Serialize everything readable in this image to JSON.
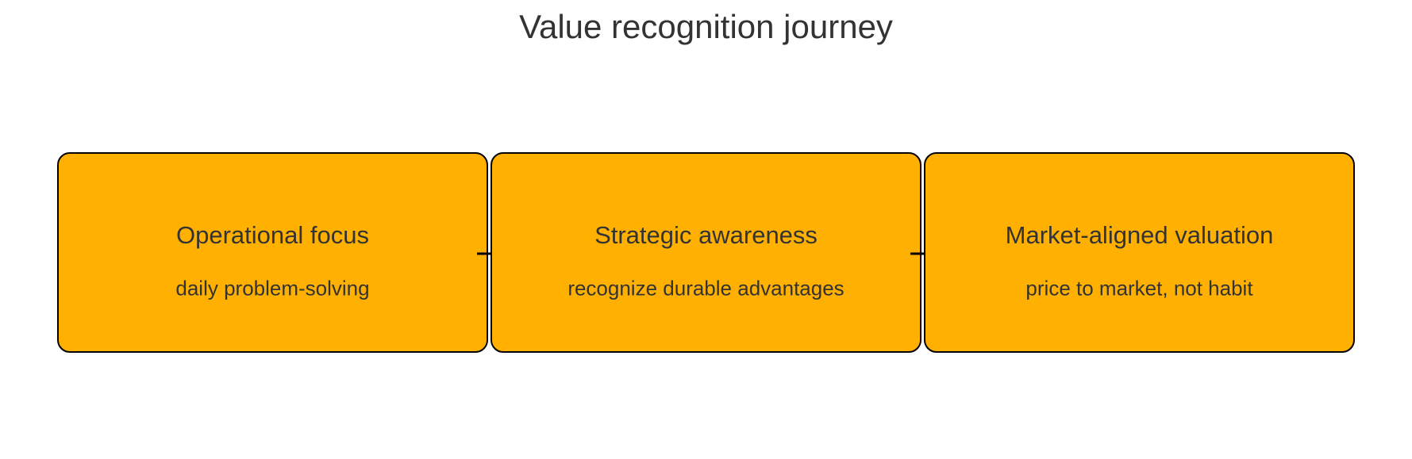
{
  "diagram": {
    "title": "Value recognition journey",
    "stages": [
      {
        "label": "Operational focus",
        "description": "daily problem-solving"
      },
      {
        "label": "Strategic awareness",
        "description": "recognize durable advantages"
      },
      {
        "label": "Market-aligned valuation",
        "description": "price to market, not habit"
      }
    ]
  },
  "colors": {
    "background": "#FFFFFF",
    "box_fill": "#FFB000",
    "box_border": "#000000",
    "arrow": "#000000",
    "text": "#333333"
  }
}
